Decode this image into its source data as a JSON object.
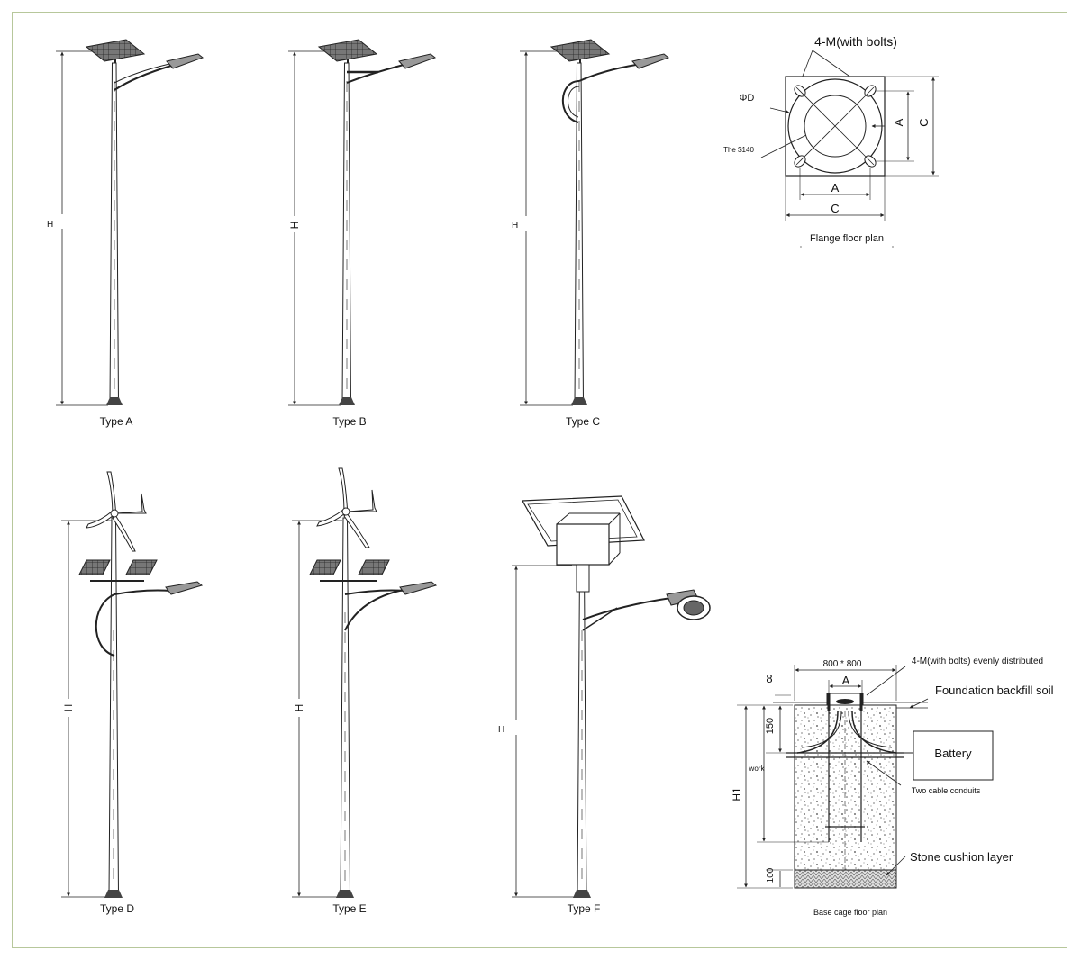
{
  "types": {
    "a": "Type A",
    "b": "Type B",
    "c": "Type C",
    "d": "Type D",
    "e": "Type E",
    "f": "Type F"
  },
  "height_symbol": "H",
  "flange": {
    "bolts_label": "4-M(with bolts)",
    "phi_label": "ΦD",
    "s140_label": "The $140",
    "dim_a": "A",
    "dim_c": "C",
    "caption": "Flange floor plan"
  },
  "foundation": {
    "size_label": "800 * 800",
    "bolts_label": "4-M(with bolts) evenly distributed",
    "dim_a": "A",
    "dim_8": "8",
    "backfill_label": "Foundation backfill soil",
    "dim_150": "150",
    "battery_label": "Battery",
    "work_label": "work",
    "h1_label": "H1",
    "conduits_label": "Two cable conduits",
    "stone_label": "Stone cushion layer",
    "dim_100": "100",
    "caption": "Base cage floor plan"
  }
}
